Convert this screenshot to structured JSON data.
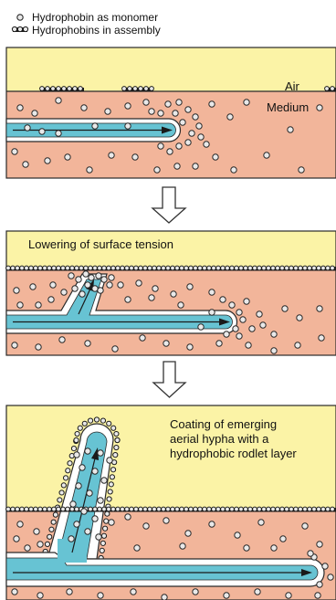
{
  "legend": {
    "monomer": "Hydrophobin as monomer",
    "assembly": "Hydrophobins in assembly"
  },
  "panels": [
    {
      "labels": [
        "Air",
        "Medium"
      ]
    },
    {
      "labels": [
        "Lowering of surface tension"
      ]
    },
    {
      "labels": [
        "Coating of emerging",
        "aerial hypha with a",
        "hydrophobic rodlet layer"
      ]
    }
  ],
  "colors": {
    "air": "#fbf3a6",
    "medium": "#f2b59a",
    "hypha_wall": "#ffffff",
    "cytoplasm": "#67c3d3",
    "outline": "#2a2a2a",
    "monomer_fill": "#e9e9e9",
    "assembly": "#1a1a1a",
    "arrow_icon": "#333333"
  }
}
